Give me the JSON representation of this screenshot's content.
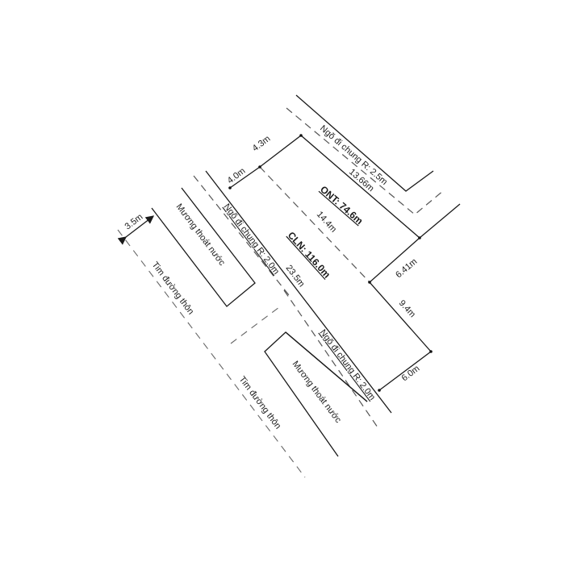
{
  "diagram": {
    "type": "land-plot-survey-sketch",
    "areas": {
      "ont": "ONT: 74.6m",
      "cln": "CLN: 116.0m"
    },
    "dimensions": {
      "top_left_a": "4.0m",
      "top_left_b": "4.3m",
      "top_edge": "13.66m",
      "inner_dashed": "14.4m",
      "left_edge": "23.5m",
      "right_upper": "6.41m",
      "right_middle": "9.4m",
      "bottom": "6.0m",
      "road_offset": "3.5m"
    },
    "labels": {
      "alley_top": "Ngõ đi chung R: 2.5m",
      "alley_left": "Ngõ đi chung R: 2.0m",
      "alley_bottom": "Ngõ đi chung R: 2.0m",
      "drain_upper": "Mương thoát nước",
      "drain_lower": "Mương thoát nước",
      "road_center_upper": "Tim đường thôn",
      "road_center_lower": "Tim đường thôn"
    },
    "colors": {
      "line": "#1a1a1a",
      "dashed": "#555555",
      "background": "#ffffff"
    }
  }
}
